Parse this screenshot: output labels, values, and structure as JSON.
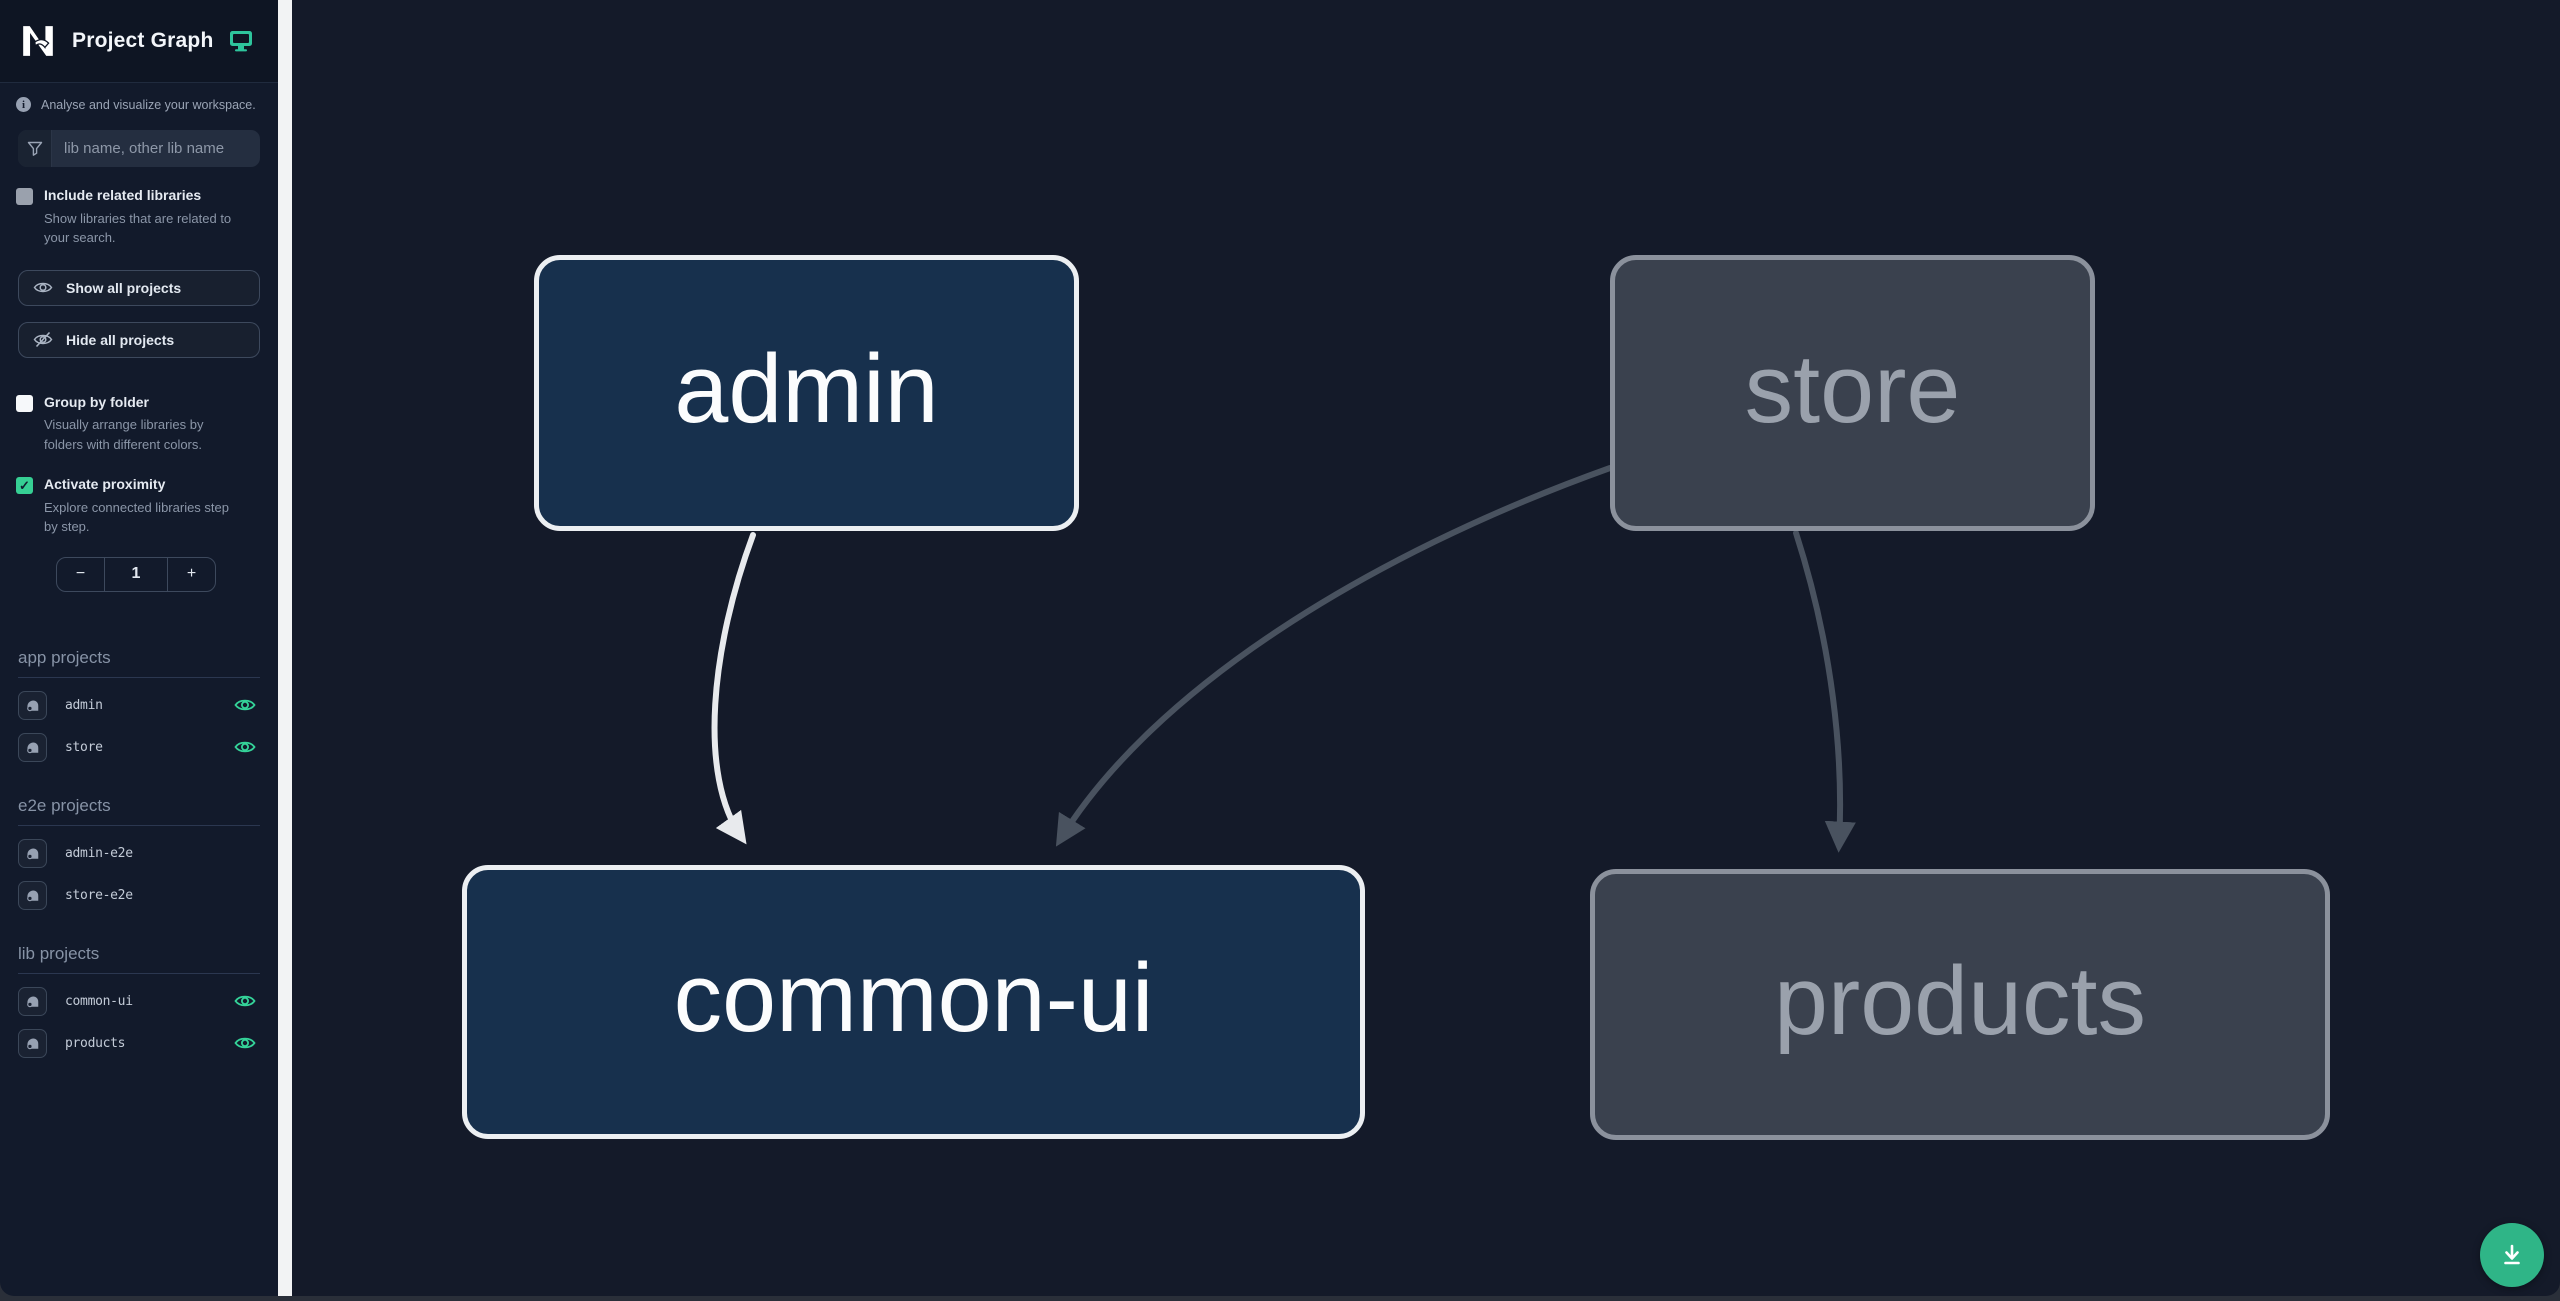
{
  "header": {
    "title": "Project Graph"
  },
  "sidebar": {
    "tagline": "Analyse and visualize your workspace.",
    "search": {
      "placeholder": "lib name, other lib name",
      "value": ""
    },
    "include_related": {
      "label": "Include related libraries",
      "description": "Show libraries that are related to your search.",
      "checked": false
    },
    "show_all_label": "Show all projects",
    "hide_all_label": "Hide all projects",
    "group_by_folder": {
      "label": "Group by folder",
      "description": "Visually arrange libraries by folders with different colors.",
      "checked": false
    },
    "activate_proximity": {
      "label": "Activate proximity",
      "description": "Explore connected libraries step by step.",
      "checked": true,
      "checkmark": "✓"
    },
    "proximity_stepper": {
      "decrement": "−",
      "value": "1",
      "increment": "+"
    },
    "sections": [
      {
        "title": "app projects",
        "items": [
          {
            "name": "admin",
            "visible": true
          },
          {
            "name": "store",
            "visible": true
          }
        ]
      },
      {
        "title": "e2e projects",
        "items": [
          {
            "name": "admin-e2e",
            "visible": false
          },
          {
            "name": "store-e2e",
            "visible": false
          }
        ]
      },
      {
        "title": "lib projects",
        "items": [
          {
            "name": "common-ui",
            "visible": true
          },
          {
            "name": "products",
            "visible": true
          }
        ]
      }
    ]
  },
  "graph": {
    "nodes": [
      {
        "label": "admin",
        "state": "focused"
      },
      {
        "label": "store",
        "state": "dimmed"
      },
      {
        "label": "common-ui",
        "state": "focused"
      },
      {
        "label": "products",
        "state": "dimmed"
      }
    ],
    "edges": [
      {
        "from": "admin",
        "to": "common-ui",
        "state": "highlighted"
      },
      {
        "from": "store",
        "to": "common-ui",
        "state": "dimmed"
      },
      {
        "from": "store",
        "to": "products",
        "state": "dimmed"
      }
    ]
  },
  "colors": {
    "accent_green": "#36cf94",
    "fab_green": "#2fb587",
    "node_focused_fill": "#17304d",
    "node_focused_border": "#eceff2",
    "node_dim_fill": "#3a414e",
    "node_dim_border": "#8b919c",
    "edge_highlight": "#e8eaed",
    "edge_dim": "#49525f",
    "sidebar_bg": "#121a2b",
    "canvas_bg": "#141a29"
  }
}
